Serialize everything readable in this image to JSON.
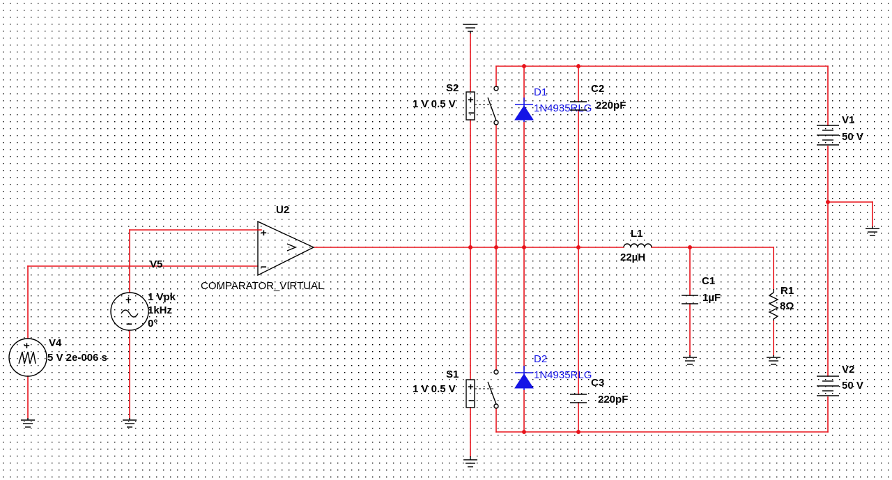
{
  "colors": {
    "wire": "#e8131b",
    "component": "#000000",
    "diode": "#1414e6",
    "grid_dot": "#000000",
    "background": "#ffffff"
  },
  "components": {
    "u2": {
      "ref": "U2",
      "type": "COMPARATOR_VIRTUAL",
      "plus": "+",
      "minus": "−"
    },
    "v5": {
      "ref": "V5",
      "amplitude": "1 Vpk",
      "frequency": "1kHz",
      "phase": "0°"
    },
    "v4": {
      "ref": "V4",
      "value": "5 V 2e-006 s"
    },
    "s1": {
      "ref": "S1",
      "value": "1 V 0.5 V"
    },
    "s2": {
      "ref": "S2",
      "value": "1 V 0.5 V"
    },
    "d1": {
      "ref": "D1",
      "part": "1N4935RLG"
    },
    "d2": {
      "ref": "D2",
      "part": "1N4935RLG"
    },
    "c1": {
      "ref": "C1",
      "value": "1µF"
    },
    "c2": {
      "ref": "C2",
      "value": "220pF"
    },
    "c3": {
      "ref": "C3",
      "value": "220pF"
    },
    "l1": {
      "ref": "L1",
      "value": "22µH"
    },
    "r1": {
      "ref": "R1",
      "value": "8Ω"
    },
    "v1": {
      "ref": "V1",
      "value": "50 V"
    },
    "v2": {
      "ref": "V2",
      "value": "50 V"
    }
  },
  "icons": [
    "ground-icon",
    "ac-source-icon",
    "pulse-source-icon",
    "diode-icon",
    "capacitor-icon",
    "inductor-icon",
    "resistor-icon",
    "battery-icon",
    "switch-icon",
    "comparator-icon"
  ]
}
